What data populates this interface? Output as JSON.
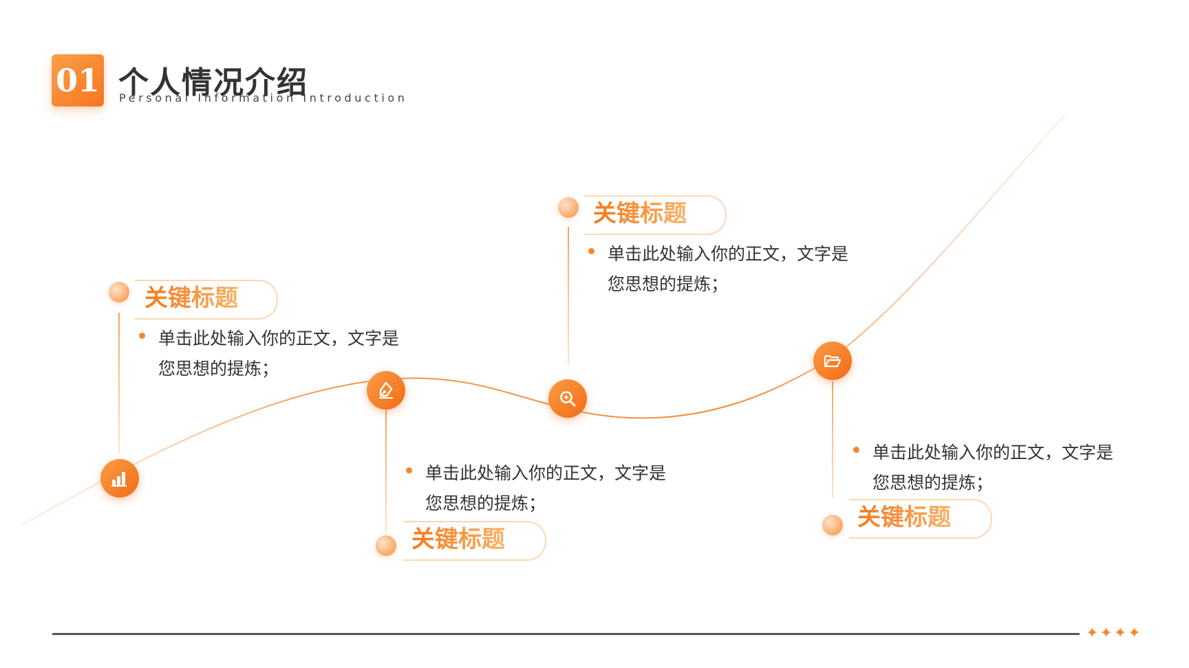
{
  "header": {
    "number": "01",
    "title": "个人情况介绍",
    "subtitle": "Personal Information Introduction"
  },
  "items": [
    {
      "title": "关键标题",
      "text_line1": "单击此处输入你的正文，文字是",
      "text_line2": "您思想的提炼；",
      "icon": "bar-chart-icon"
    },
    {
      "title": "关键标题",
      "text_line1": "单击此处输入你的正文，文字是",
      "text_line2": "您思想的提炼；",
      "icon": "pen-nib-icon"
    },
    {
      "title": "关键标题",
      "text_line1": "单击此处输入你的正文，文字是",
      "text_line2": "您思想的提炼；",
      "icon": "search-zoom-icon"
    },
    {
      "title": "关键标题",
      "text_line1": "单击此处输入你的正文，文字是",
      "text_line2": "您思想的提炼；",
      "icon": "folder-open-icon"
    }
  ],
  "footer": {
    "stars": "✦✦✦✦"
  },
  "colors": {
    "accent": "#f5751f",
    "accent_light": "#fba04a",
    "text": "#333333",
    "line": "#555555"
  }
}
